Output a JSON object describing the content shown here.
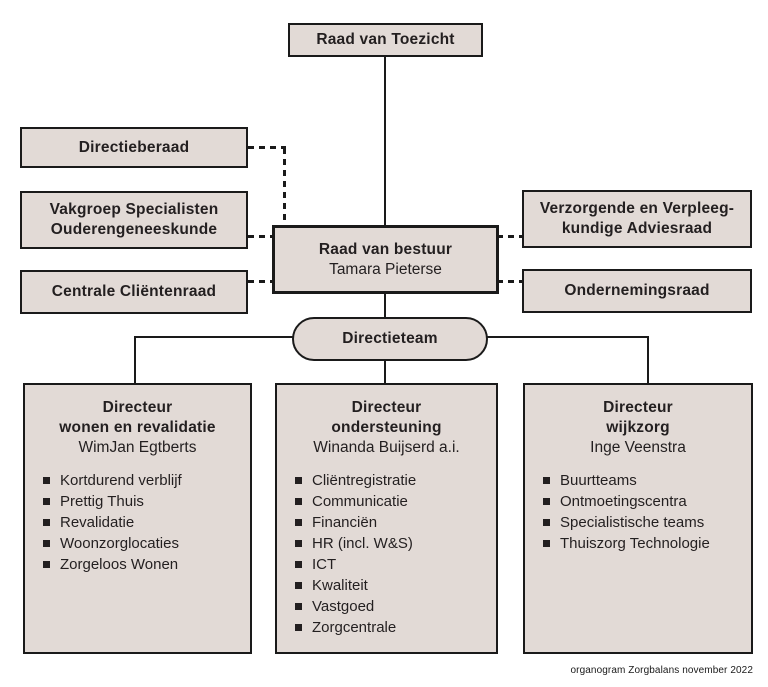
{
  "page": {
    "footer": "organogram Zorgbalans november 2022"
  },
  "colors": {
    "box_fill": "#e2dad6",
    "line_and_border": "#1a1a1a",
    "text": "#231f20",
    "background": "#ffffff"
  },
  "boxes": {
    "raad_van_toezicht": "Raad van Toezicht",
    "directieberaad": "Directieberaad",
    "vakgroep_line1": "Vakgroep Specialisten",
    "vakgroep_line2": "Ouderengeneeskunde",
    "centrale_clientenraad": "Centrale Cliëntenraad",
    "raad_van_bestuur_title": "Raad van bestuur",
    "raad_van_bestuur_name": "Tamara Pieterse",
    "adviesraad_line1": "Verzorgende en Verpleeg-",
    "adviesraad_line2": "kundige Adviesraad",
    "ondernemingsraad": "Ondernemingsraad",
    "directieteam": "Directieteam"
  },
  "directors": [
    {
      "title_line1": "Directeur",
      "title_line2": "wonen en revalidatie",
      "name": "WimJan Egtberts",
      "items": [
        "Kortdurend verblijf",
        "Prettig Thuis",
        "Revalidatie",
        "Woonzorglocaties",
        "Zorgeloos Wonen"
      ]
    },
    {
      "title_line1": "Directeur",
      "title_line2": "ondersteuning",
      "name": "Winanda Buijserd a.i.",
      "items": [
        "Cliëntregistratie",
        "Communicatie",
        "Financiën",
        "HR (incl. W&S)",
        "ICT",
        "Kwaliteit",
        "Vastgoed",
        "Zorgcentrale"
      ]
    },
    {
      "title_line1": "Directeur",
      "title_line2": "wijkzorg",
      "name": "Inge Veenstra",
      "items": [
        "Buurtteams",
        "Ontmoetingscentra",
        "Specialistische teams",
        "Thuiszorg Technologie"
      ]
    }
  ]
}
